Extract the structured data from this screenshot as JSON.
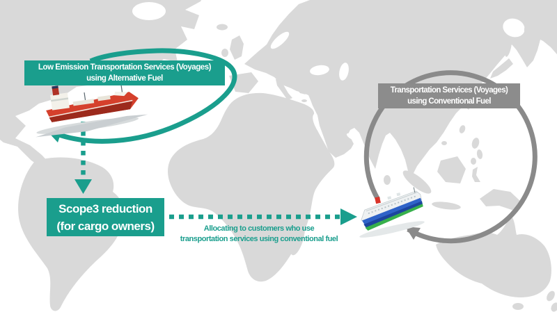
{
  "diagram": {
    "labels": {
      "alt_fuel": {
        "lines": [
          "Low Emission Transportation Services (Voyages)",
          "using Alternative Fuel"
        ]
      },
      "conventional": {
        "lines": [
          "Transportation Services (Voyages)",
          "using Conventional Fuel"
        ]
      },
      "scope3": {
        "lines": [
          "Scope3 reduction",
          "(for cargo owners)"
        ]
      },
      "allocation": {
        "lines": [
          "Allocating to customers who use",
          "transportation services using conventional fuel"
        ]
      }
    },
    "icons": {
      "alt_fuel_ship": "tanker-ship-icon",
      "conventional_ship": "car-carrier-ship-icon",
      "alt_fuel_route": "teal-loop-arrow",
      "conventional_route": "gray-loop-arrow",
      "scope3_link": "dashed-down-arrow",
      "allocation_link": "dashed-right-arrow",
      "background": "world-map"
    },
    "colors": {
      "accent_teal": "#1a9e8d",
      "neutral_gray": "#8c8c8c",
      "map_land": "#d9d9d9",
      "background": "#ffffff",
      "tanker_hull_red": "#d5402c",
      "carrier_hull_blue": "#2f63c8",
      "carrier_waterline_green": "#37b04c"
    }
  }
}
